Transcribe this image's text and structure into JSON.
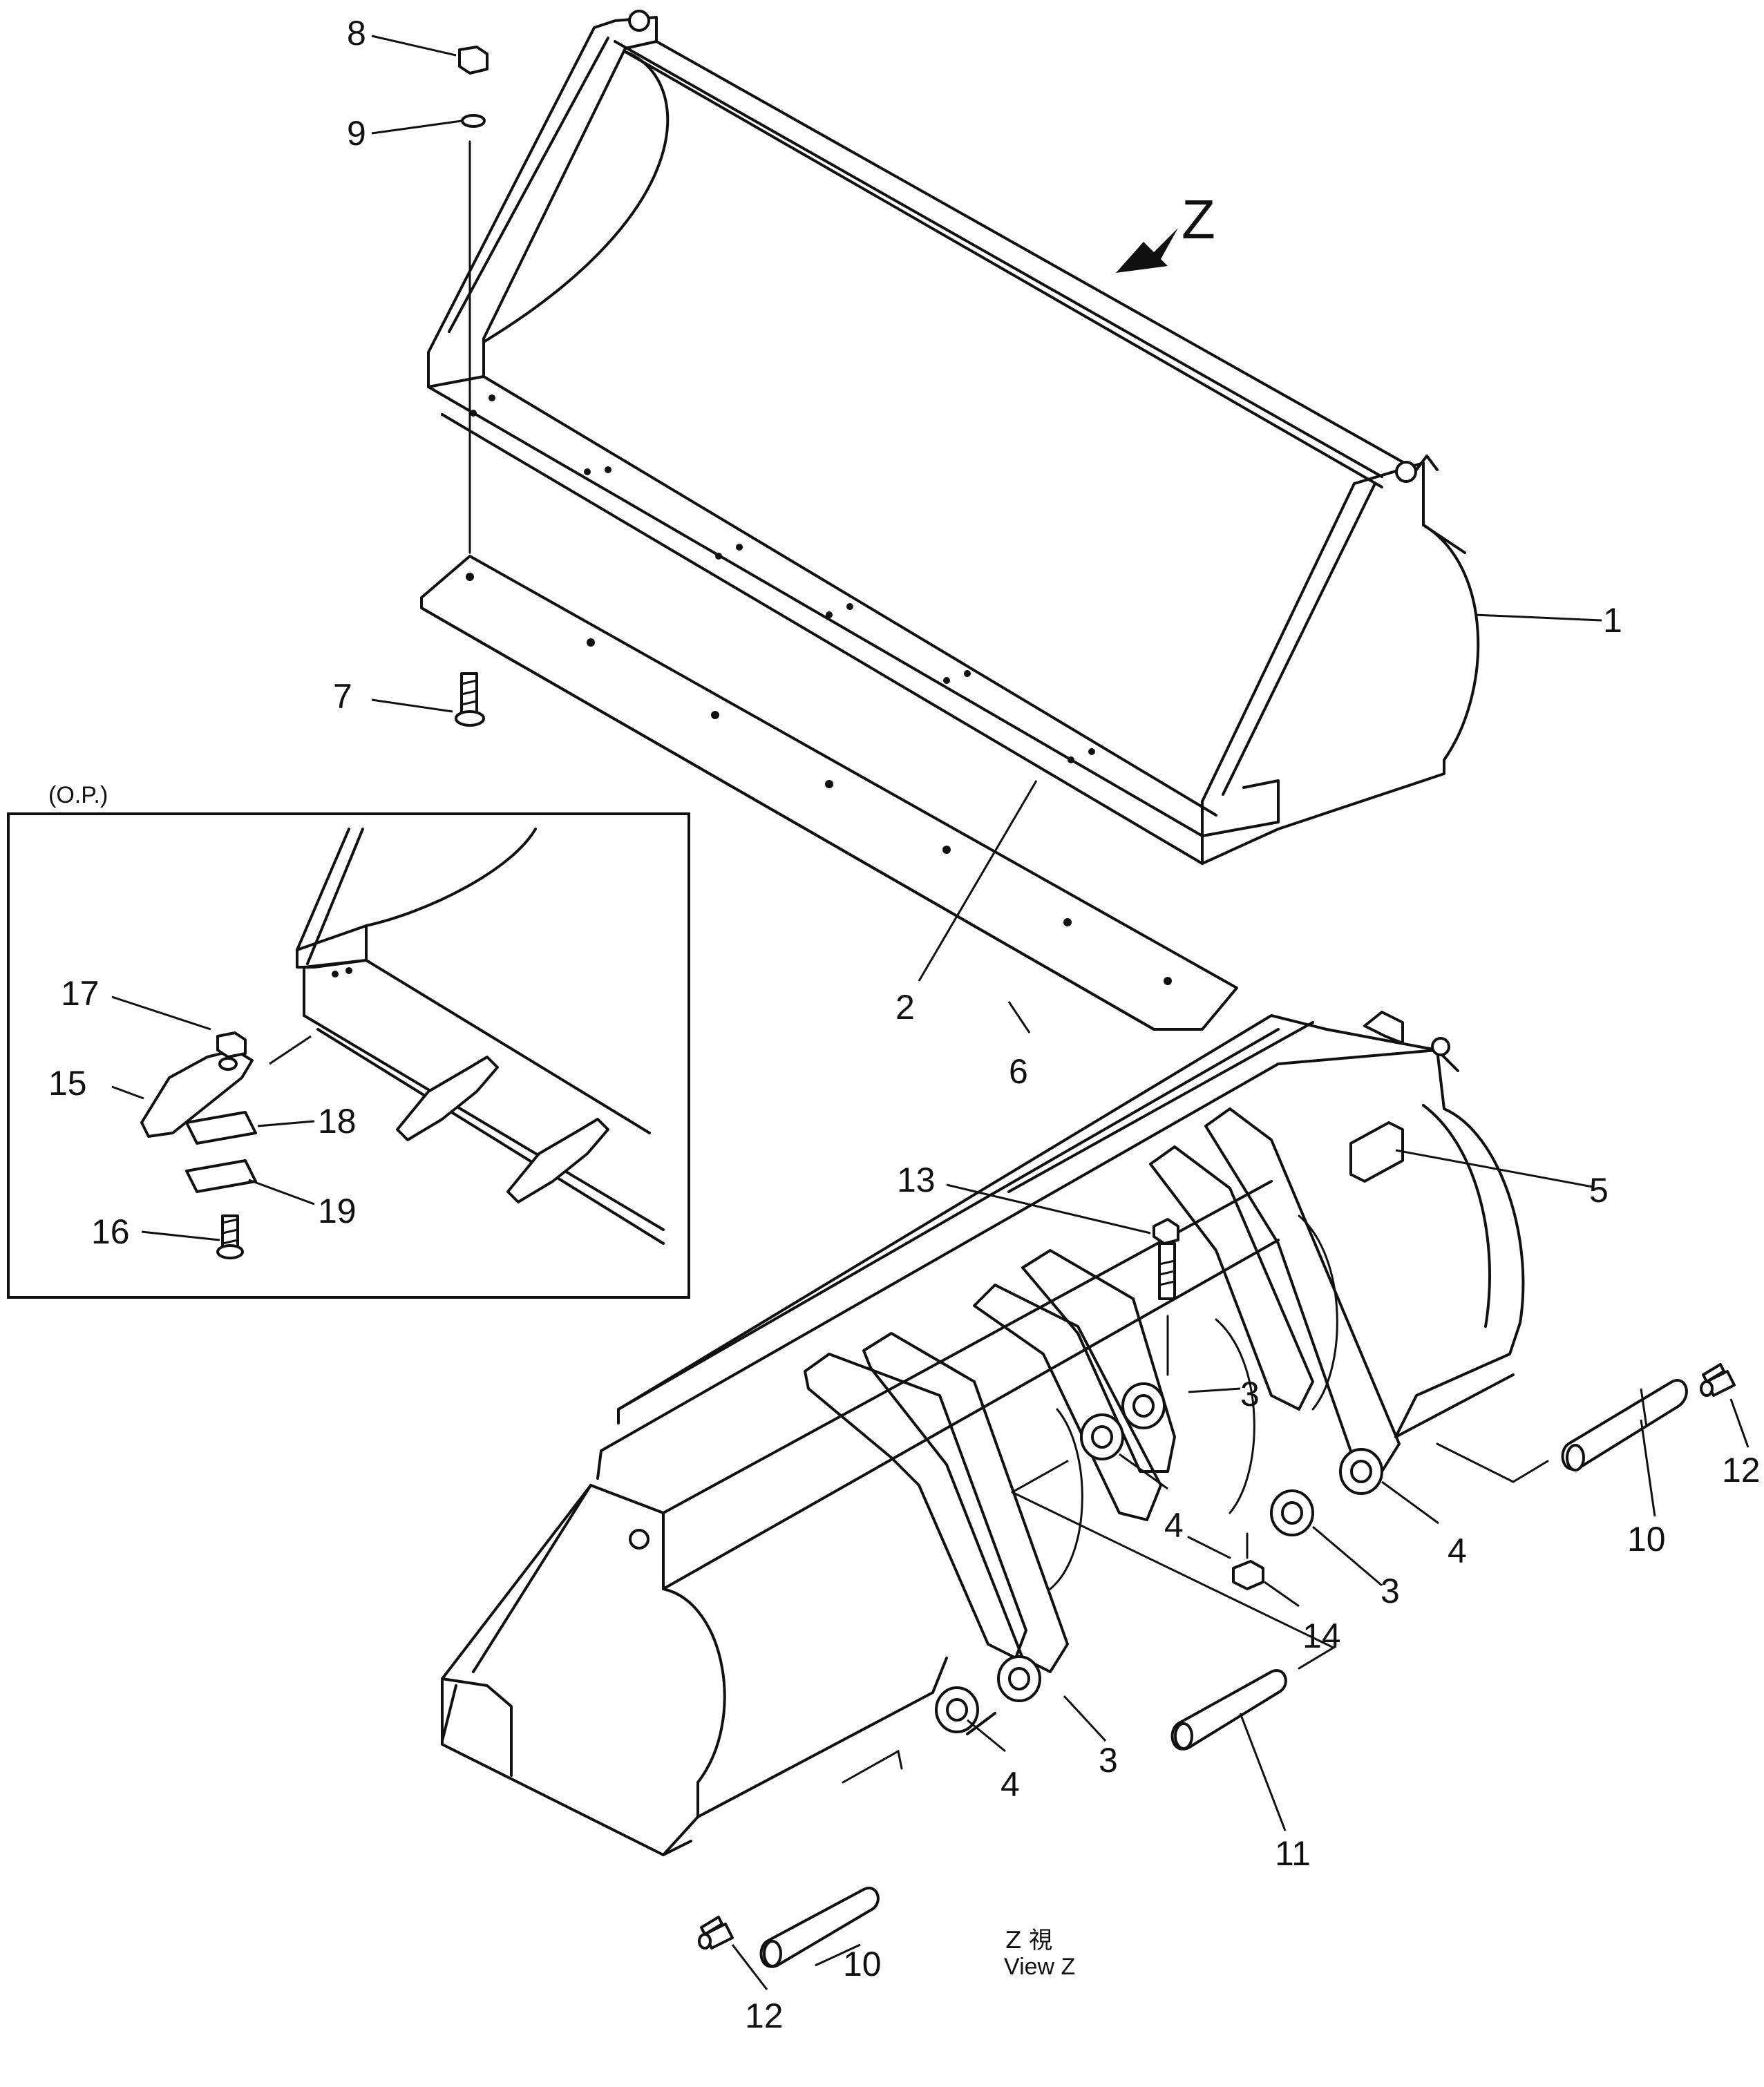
{
  "diagram": {
    "view_arrow_label": "Z",
    "inset_label": "(O.P.)",
    "view_caption_cjk": "Z 視",
    "view_caption": "View Z",
    "labels": {
      "p1": "1",
      "p2": "2",
      "p3a": "3",
      "p3b": "3",
      "p3c": "3",
      "p4a": "4",
      "p4b": "4",
      "p4c": "4",
      "p5": "5",
      "p6": "6",
      "p7": "7",
      "p8": "8",
      "p9": "9",
      "p10a": "10",
      "p10b": "10",
      "p11": "11",
      "p12a": "12",
      "p12b": "12",
      "p13": "13",
      "p14": "14",
      "p15": "15",
      "p16": "16",
      "p17": "17",
      "p18": "18",
      "p19": "19"
    }
  }
}
